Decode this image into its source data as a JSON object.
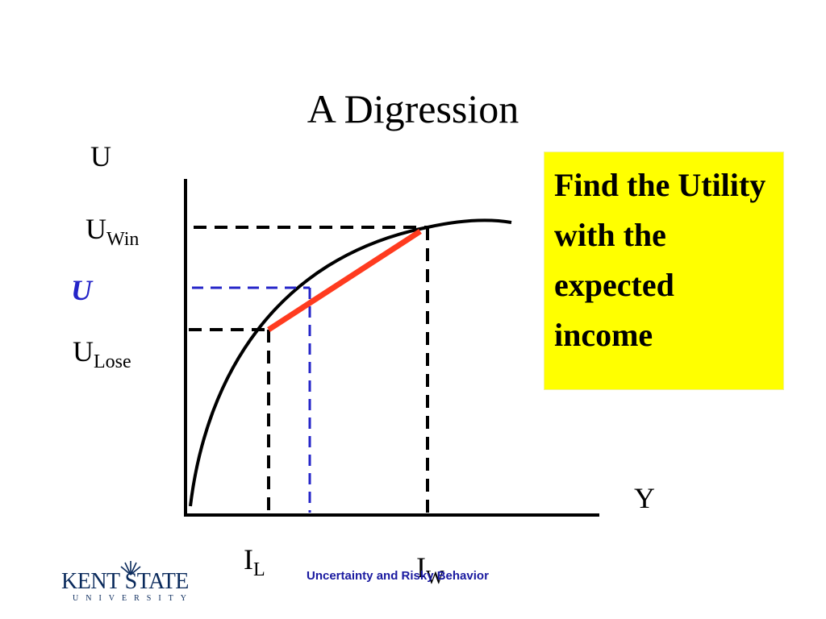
{
  "slide": {
    "title": "A Digression",
    "callout": "Find the Utility with the expected income",
    "footer": "Uncertainty and Risky Behavior",
    "logo": {
      "name": "KENT STATE",
      "sub": "UNIVERSITY"
    }
  },
  "diagram": {
    "y_axis_label": "U",
    "x_axis_label": "Y",
    "u_win": {
      "main": "U",
      "sub": "Win"
    },
    "u_expected": "U",
    "u_lose": {
      "main": "U",
      "sub": "Lose"
    },
    "i_lose": {
      "main": "I",
      "sub": "L"
    },
    "i_win": {
      "main": "I",
      "sub": "W"
    }
  },
  "colors": {
    "curve": "#000000",
    "chord": "#ff3b1f",
    "expected_dashes": "#2424c8",
    "callout_bg": "#ffff00",
    "footer_text": "#1a1aa0"
  }
}
